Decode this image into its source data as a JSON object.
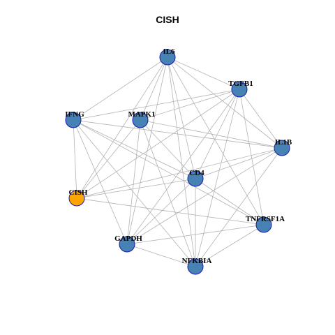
{
  "title": "CISH",
  "colors": {
    "default_node": "#4682b4",
    "highlight_node": "#ffa500",
    "node_border": "#1a1aa8",
    "edge": "#b3b3b3"
  },
  "nodes": [
    {
      "id": "IL6",
      "label": "IL6",
      "highlight": false
    },
    {
      "id": "TGFB1",
      "label": "TGFB1",
      "highlight": false
    },
    {
      "id": "IFNG",
      "label": "IFNG",
      "highlight": false
    },
    {
      "id": "MAPK1",
      "label": "MAPK1",
      "highlight": false
    },
    {
      "id": "IL1B",
      "label": "IL1B",
      "highlight": false
    },
    {
      "id": "CD4",
      "label": "CD4",
      "highlight": false
    },
    {
      "id": "CISH",
      "label": "CISH",
      "highlight": true
    },
    {
      "id": "TNFRSF1A",
      "label": "TNFRSF1A",
      "highlight": false
    },
    {
      "id": "GAPDH",
      "label": "GAPDH",
      "highlight": false
    },
    {
      "id": "NFKBIA",
      "label": "NFKBIA",
      "highlight": false
    }
  ],
  "edges": [
    [
      "IL6",
      "TGFB1"
    ],
    [
      "IL6",
      "IFNG"
    ],
    [
      "IL6",
      "MAPK1"
    ],
    [
      "IL6",
      "IL1B"
    ],
    [
      "IL6",
      "CD4"
    ],
    [
      "IL6",
      "CISH"
    ],
    [
      "IL6",
      "TNFRSF1A"
    ],
    [
      "IL6",
      "GAPDH"
    ],
    [
      "IL6",
      "NFKBIA"
    ],
    [
      "TGFB1",
      "IFNG"
    ],
    [
      "TGFB1",
      "MAPK1"
    ],
    [
      "TGFB1",
      "IL1B"
    ],
    [
      "TGFB1",
      "CD4"
    ],
    [
      "TGFB1",
      "CISH"
    ],
    [
      "TGFB1",
      "TNFRSF1A"
    ],
    [
      "TGFB1",
      "GAPDH"
    ],
    [
      "TGFB1",
      "NFKBIA"
    ],
    [
      "IFNG",
      "IL1B"
    ],
    [
      "IFNG",
      "CD4"
    ],
    [
      "IFNG",
      "CISH"
    ],
    [
      "IFNG",
      "TNFRSF1A"
    ],
    [
      "IFNG",
      "GAPDH"
    ],
    [
      "IFNG",
      "NFKBIA"
    ],
    [
      "MAPK1",
      "IL1B"
    ],
    [
      "MAPK1",
      "CD4"
    ],
    [
      "MAPK1",
      "CISH"
    ],
    [
      "MAPK1",
      "GAPDH"
    ],
    [
      "MAPK1",
      "NFKBIA"
    ],
    [
      "IL1B",
      "CD4"
    ],
    [
      "IL1B",
      "CISH"
    ],
    [
      "IL1B",
      "GAPDH"
    ],
    [
      "IL1B",
      "NFKBIA"
    ],
    [
      "CD4",
      "CISH"
    ],
    [
      "CD4",
      "TNFRSF1A"
    ],
    [
      "CD4",
      "GAPDH"
    ],
    [
      "CD4",
      "NFKBIA"
    ],
    [
      "CISH",
      "TNFRSF1A"
    ],
    [
      "TNFRSF1A",
      "GAPDH"
    ],
    [
      "TNFRSF1A",
      "NFKBIA"
    ],
    [
      "GAPDH",
      "NFKBIA"
    ]
  ]
}
